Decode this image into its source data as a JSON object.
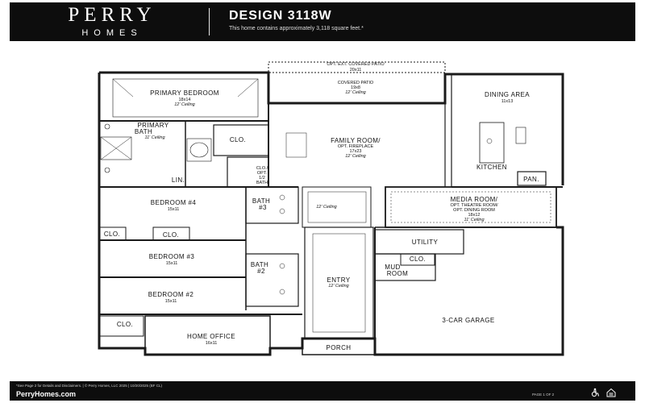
{
  "header": {
    "brand_name": "PERRY",
    "brand_sub": "HOMES",
    "design_title": "DESIGN 3118W",
    "design_subtitle": "This home contains approximately 3,118 square feet.*"
  },
  "rooms": {
    "opt_patio": {
      "name": "OPT. EXT. COVERED PATIO",
      "dims": "20x11"
    },
    "covered_patio": {
      "name": "COVERED PATIO",
      "dims": "19x8",
      "ceiling": "12' Ceiling"
    },
    "dining_area": {
      "name": "DINING AREA",
      "dims": "11x13"
    },
    "primary_bedroom": {
      "name": "PRIMARY BEDROOM",
      "dims": "18x14",
      "ceiling": "12' Ceiling"
    },
    "primary_bath": {
      "name_line1": "PRIMARY",
      "name_line2": "BATH",
      "ceiling": "11' Ceiling"
    },
    "clo_primary": {
      "name": "CLO."
    },
    "family_room": {
      "name": "FAMILY ROOM/",
      "name_line2": "OPT. FIREPLACE",
      "dims": "17x23",
      "ceiling": "12' Ceiling"
    },
    "lin": {
      "name": "LIN."
    },
    "clo_opt_bath": {
      "line1": "CLO./",
      "line2": "OPT.",
      "line3": "1/2",
      "line4": "BATH"
    },
    "kitchen": {
      "name": "KITCHEN"
    },
    "pan": {
      "name": "PAN."
    },
    "bedroom4": {
      "name": "BEDROOM #4",
      "dims": "15x11"
    },
    "bath3": {
      "line1": "BATH",
      "line2": "#3"
    },
    "gallery_ceiling": {
      "ceiling": "12' Ceiling"
    },
    "media_room": {
      "name": "MEDIA ROOM/",
      "line2": "OPT. THEATRE ROOM/",
      "line3": "OPT. DINING ROOM",
      "dims": "18x12",
      "ceiling": "11' Ceiling"
    },
    "clo_b4a": {
      "name": "CLO."
    },
    "clo_b4b": {
      "name": "CLO."
    },
    "utility": {
      "name": "UTILITY"
    },
    "clo_mud": {
      "name": "CLO."
    },
    "mud_room": {
      "line1": "MUD",
      "line2": "ROOM"
    },
    "bedroom3": {
      "name": "BEDROOM #3",
      "dims": "15x11"
    },
    "bath2": {
      "line1": "BATH",
      "line2": "#2"
    },
    "entry": {
      "name": "ENTRY",
      "ceiling": "12' Ceiling"
    },
    "bedroom2": {
      "name": "BEDROOM #2",
      "dims": "15x11"
    },
    "garage": {
      "name": "3-CAR GARAGE"
    },
    "clo_b2": {
      "name": "CLO."
    },
    "home_office": {
      "name": "HOME OFFICE",
      "dims": "16x11"
    },
    "porch": {
      "name": "PORCH"
    }
  },
  "footer": {
    "disclaimer": "*See Page 2 for Details and Disclaimers.  |  © Perry Homes, LLC 2025  |  10/20/2025  (BF CL)",
    "website": "PerryHomes.com",
    "page": "PAGE 1 OF 2"
  },
  "icons": {
    "accessibility": "accessibility-icon",
    "equal_housing": "equal-housing-icon"
  }
}
